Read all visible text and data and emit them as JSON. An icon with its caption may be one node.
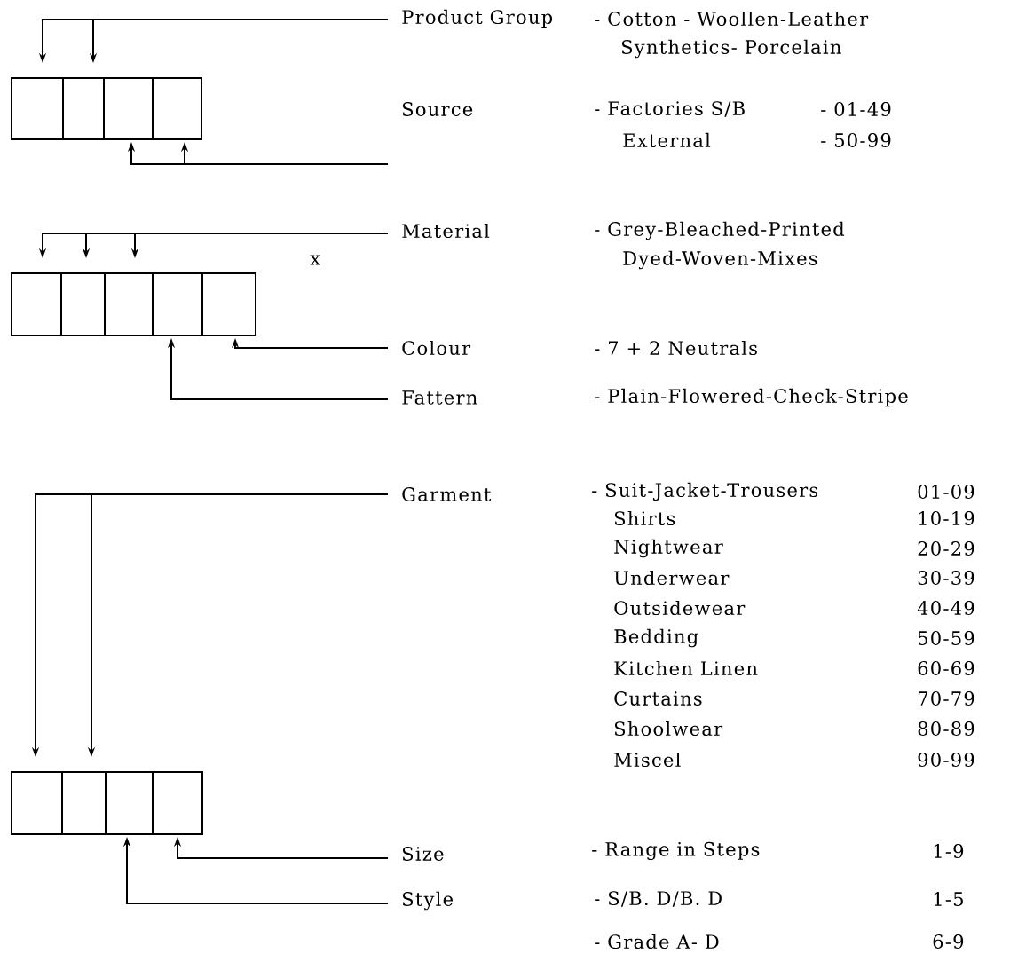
{
  "diagram": {
    "nodes": [
      {
        "text": [
          "Product Group"
        ]
      },
      {
        "text": [],
        "shape": "box"
      },
      {
        "text": [],
        "shape": "box"
      },
      {
        "text": [],
        "shape": "box"
      },
      {
        "text": [],
        "shape": "box"
      },
      {
        "text": [
          "Source"
        ]
      },
      {
        "text": [
          "Material"
        ]
      },
      {
        "text": [],
        "shape": "box"
      },
      {
        "text": [],
        "shape": "box"
      },
      {
        "text": [],
        "shape": "box"
      },
      {
        "text": [],
        "shape": "box"
      },
      {
        "text": [],
        "shape": "box"
      },
      {
        "text": [
          "Colour"
        ]
      },
      {
        "text": [
          "Fattern"
        ]
      },
      {
        "text": [
          "Garment"
        ]
      },
      {
        "text": [],
        "shape": "box"
      },
      {
        "text": [],
        "shape": "box"
      },
      {
        "text": [],
        "shape": "box"
      },
      {
        "text": [],
        "shape": "box"
      },
      {
        "text": [
          "Size"
        ]
      },
      {
        "text": [
          "Style"
        ]
      }
    ],
    "edges": [
      {
        "from": 0,
        "to": 1,
        "arrow": "to"
      },
      {
        "from": 0,
        "to": 2,
        "arrow": "to"
      },
      {
        "from": 5,
        "to": 3,
        "arrow": "to"
      },
      {
        "from": 5,
        "to": 4,
        "arrow": "to"
      },
      {
        "from": 6,
        "to": 7,
        "arrow": "to"
      },
      {
        "from": 6,
        "to": 8,
        "arrow": "to"
      },
      {
        "from": 6,
        "to": 9,
        "arrow": "to"
      },
      {
        "from": 12,
        "to": 11,
        "arrow": "to"
      },
      {
        "from": 13,
        "to": 10,
        "arrow": "to"
      },
      {
        "from": 14,
        "to": 15,
        "arrow": "to"
      },
      {
        "from": 14,
        "to": 16,
        "arrow": "to"
      },
      {
        "from": 19,
        "to": 18,
        "arrow": "to"
      },
      {
        "from": 20,
        "to": 17,
        "arrow": "to"
      }
    ],
    "labels": [
      "- Cotton - Woollen-Leather",
      "Synthetics- Porcelain",
      "- Factories S/B",
      "- 01-49",
      "External",
      "- 50-99",
      "- Grey-Bleached-Printed",
      "Dyed-Woven-Mixes",
      "x",
      "- 7 + 2 Neutrals",
      "- Plain-Flowered-Check-Stripe",
      "- Suit-Jacket-Trousers",
      "01-09",
      "Shirts",
      "10-19",
      "Nightwear",
      "20-29",
      "Underwear",
      "30-39",
      "Outsidewear",
      "40-49",
      "Bedding",
      "50-59",
      "Kitchen Linen",
      "60-69",
      "Curtains",
      "70-79",
      "Shoolwear",
      "80-89",
      "Miscel",
      "90-99",
      "- Range in Steps",
      "1-9",
      "- S/B. D/B. D",
      "1-5",
      "- Grade A- D",
      "6-9"
    ]
  }
}
